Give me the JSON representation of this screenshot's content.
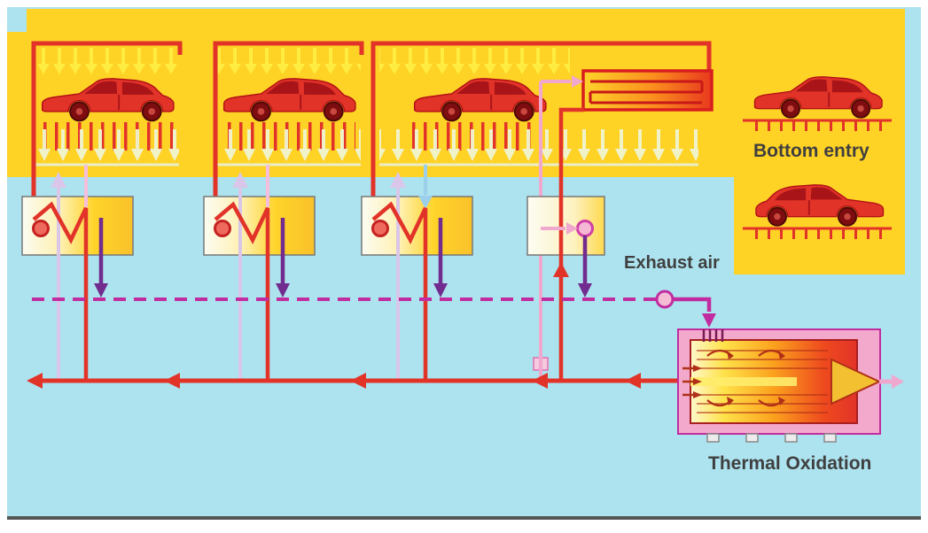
{
  "labels": {
    "bottom_entry": "Bottom entry",
    "exhaust_air": "Exhaust air",
    "thermal_oxidation": "Thermal Oxidation"
  },
  "colors": {
    "background_cyan": "#ADE3EF",
    "oven_yellow": "#FFD226",
    "pipe_red": "#E23329",
    "exhaust_magenta": "#C12DA0",
    "fresh_air_purple": "#722B8E",
    "pink": "#F0A8CE",
    "lavender": "#D9C6E8",
    "light_blue": "#9CCFEA",
    "label_text": "#3F3F3F"
  }
}
